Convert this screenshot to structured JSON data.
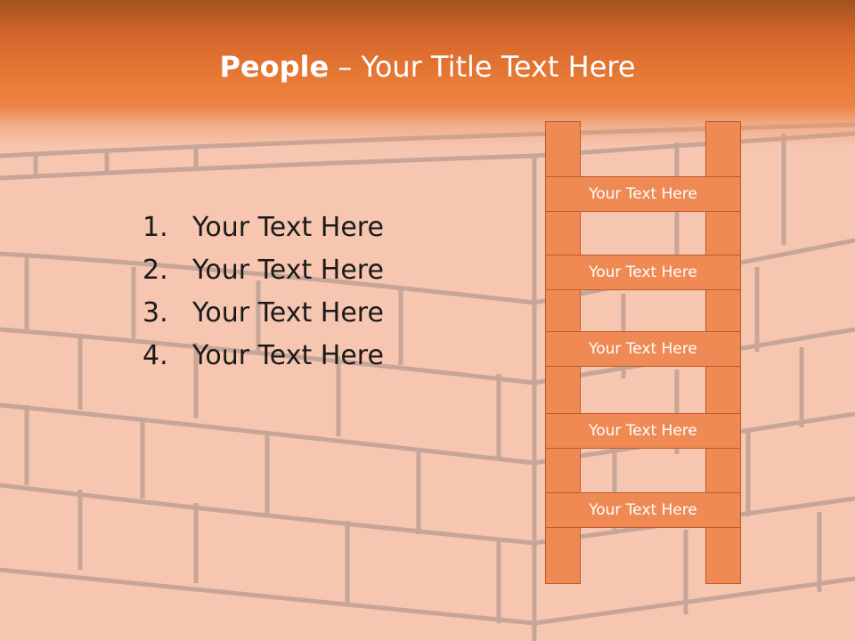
{
  "slide": {
    "title_bold": "People",
    "title_rest": " – Your Title Text Here",
    "list": [
      {
        "num": "1.",
        "text": "Your Text Here"
      },
      {
        "num": "2.",
        "text": "Your Text Here"
      },
      {
        "num": "3.",
        "text": "Your Text Here"
      },
      {
        "num": "4.",
        "text": "Your Text Here"
      }
    ],
    "ladder_rungs": [
      "Your Text Here",
      "Your Text Here",
      "Your Text Here",
      "Your Text Here",
      "Your Text Here"
    ]
  },
  "colors": {
    "header": "#e87a36",
    "wall": "#f6c6b0",
    "mortar": "#b89a90",
    "ladder": "#ef8a55",
    "ladder_border": "#c0592a"
  }
}
